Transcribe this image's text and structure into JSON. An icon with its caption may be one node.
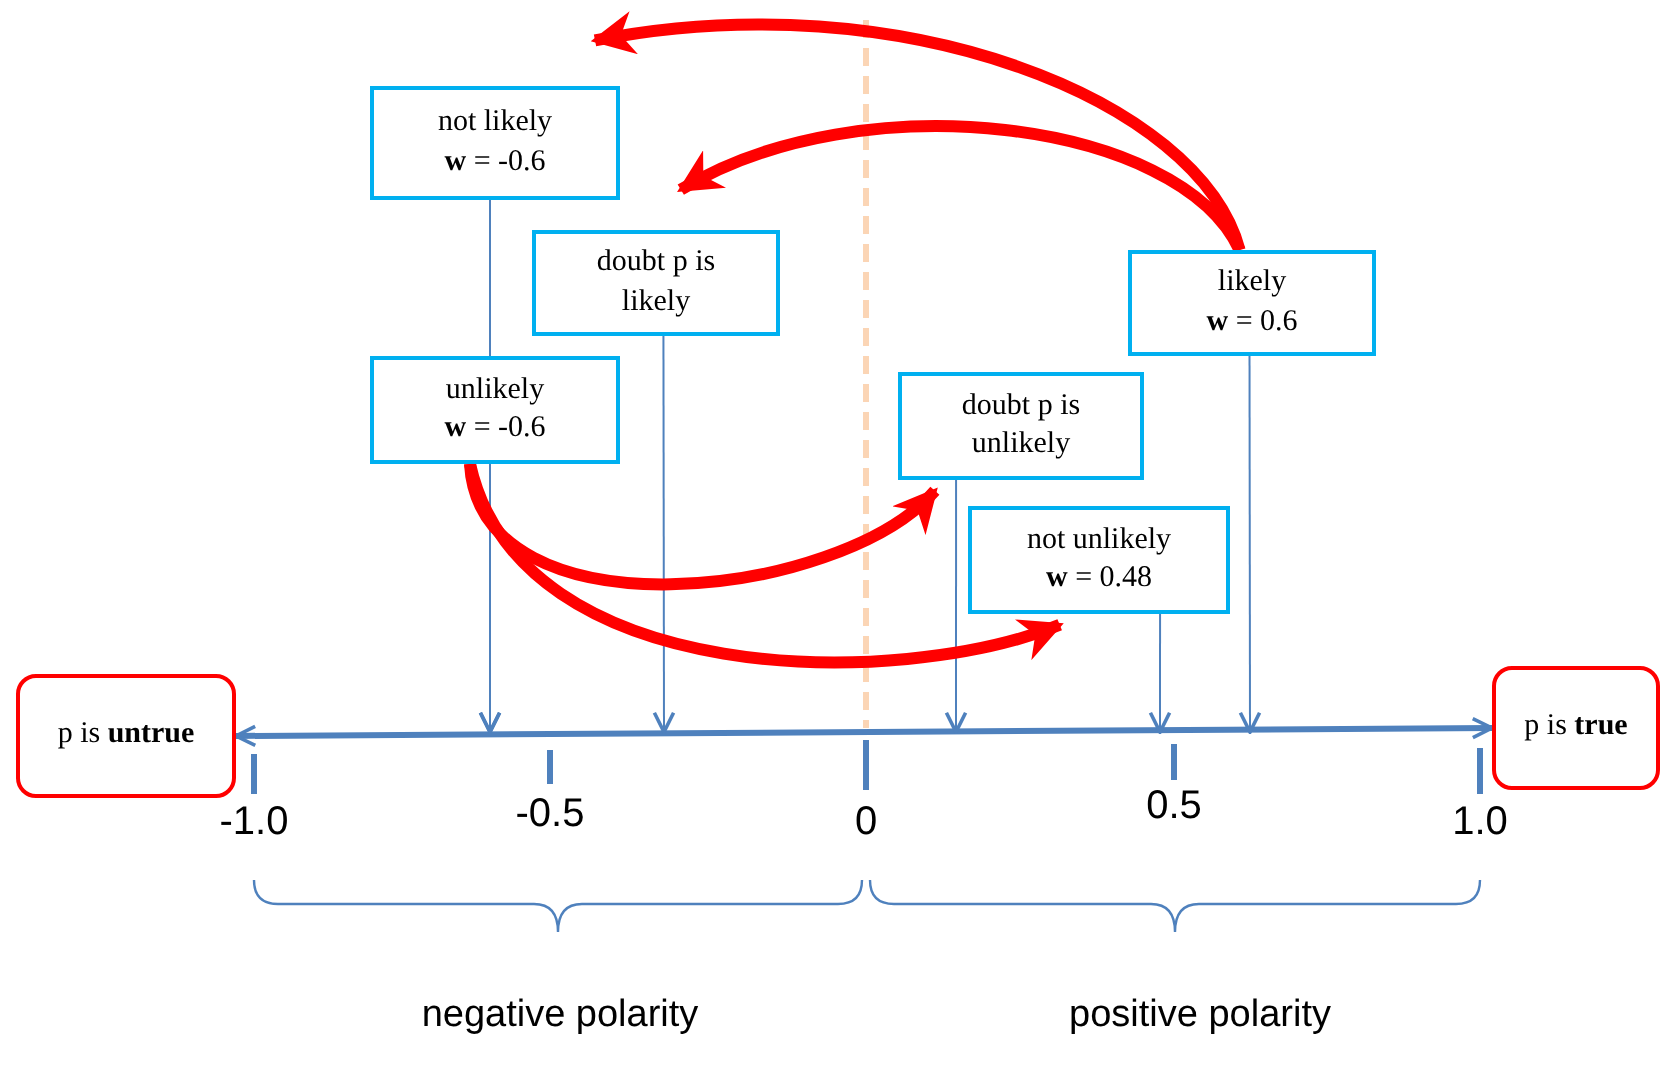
{
  "diagram": {
    "nodes": [
      {
        "text": [
          "not likely",
          "**w** = -0.6"
        ]
      },
      {
        "text": [
          "doubt p is likely"
        ]
      },
      {
        "text": [
          "unlikely",
          "**w** = -0.6"
        ]
      },
      {
        "text": [
          "likely",
          "**w** = 0.6"
        ]
      },
      {
        "text": [
          "doubt p is unlikely"
        ]
      },
      {
        "text": [
          "not unlikely",
          "**w** = 0.48"
        ]
      },
      {
        "text": [
          "p is **untrue**"
        ]
      },
      {
        "text": [
          "p is **true**"
        ]
      }
    ],
    "edges": [
      {
        "from": 6,
        "to": 7,
        "arrow": "both",
        "style": "thick"
      },
      {
        "from": 0,
        "to": null,
        "arrow": "to"
      },
      {
        "from": 1,
        "to": null,
        "arrow": "to"
      },
      {
        "from": 2,
        "to": null,
        "arrow": "to"
      },
      {
        "from": 3,
        "to": null,
        "arrow": "to"
      },
      {
        "from": 4,
        "to": null,
        "arrow": "to"
      },
      {
        "from": 5,
        "to": null,
        "arrow": "to"
      },
      {
        "from": 3,
        "to": 0,
        "arrow": "to",
        "style": "thick",
        "color": "#ff0000"
      },
      {
        "from": 3,
        "to": 1,
        "arrow": "to",
        "style": "thick",
        "color": "#ff0000"
      },
      {
        "from": 2,
        "to": 4,
        "arrow": "to",
        "style": "thick",
        "color": "#ff0000"
      },
      {
        "from": 2,
        "to": 5,
        "arrow": "to",
        "style": "thick",
        "color": "#ff0000"
      }
    ],
    "labels": [
      "-1.0",
      "-0.5",
      "0",
      "0.5",
      "1.0",
      "negative polarity",
      "positive polarity"
    ]
  }
}
